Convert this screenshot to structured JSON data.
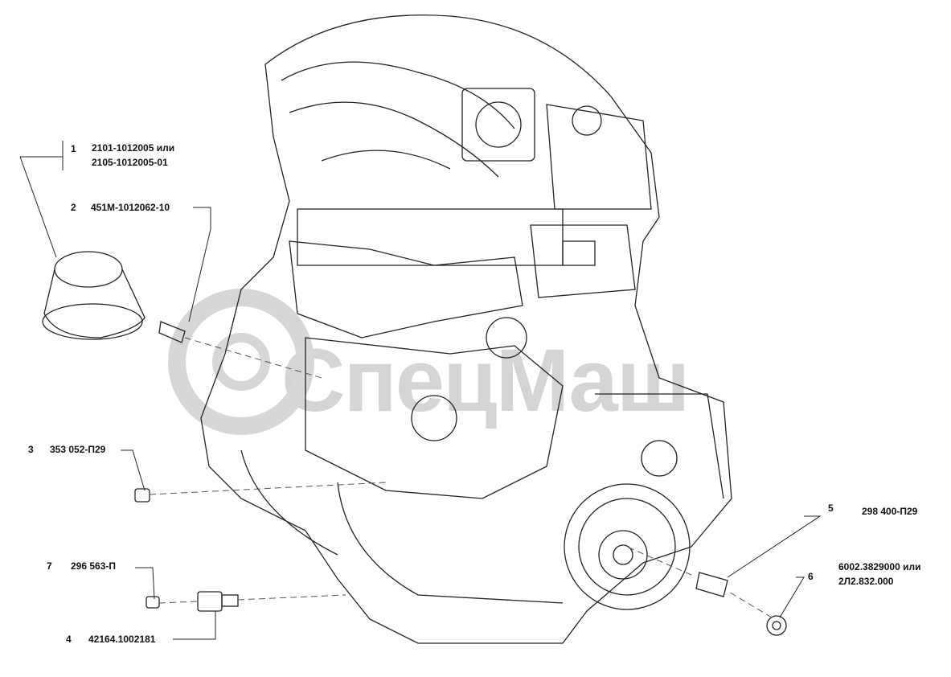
{
  "watermark": {
    "text": "СпецМаш",
    "color": "#cfcfcf"
  },
  "callouts": [
    {
      "num": "1",
      "lines": [
        "2101-1012005 или",
        "2105-1012005-01"
      ]
    },
    {
      "num": "2",
      "lines": [
        "451M-1012062-10"
      ]
    },
    {
      "num": "3",
      "lines": [
        "353 052-П29"
      ]
    },
    {
      "num": "4",
      "lines": [
        "42164.1002181"
      ]
    },
    {
      "num": "5",
      "lines": [
        "298 400-П29"
      ]
    },
    {
      "num": "6",
      "lines": [
        "6002.3829000 или",
        "2Л2.832.000"
      ]
    },
    {
      "num": "7",
      "lines": [
        "296 563-П"
      ]
    }
  ]
}
